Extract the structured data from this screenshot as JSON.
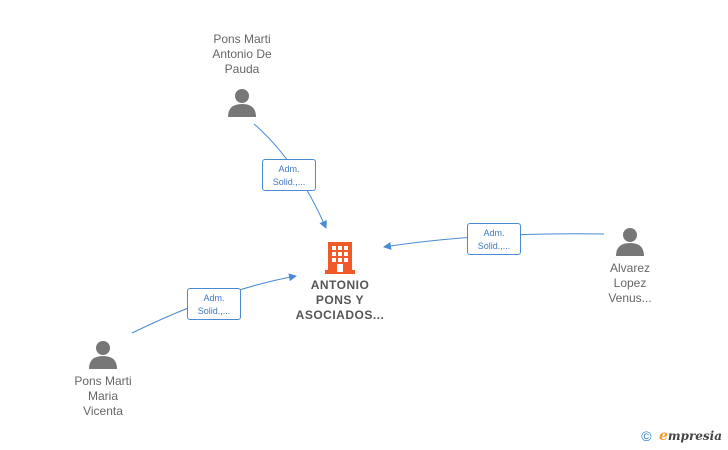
{
  "company": {
    "name_lines": [
      "ANTONIO",
      "PONS Y",
      "ASOCIADOS..."
    ],
    "color": "#f05a28"
  },
  "persons": [
    {
      "id": "p1",
      "name_lines": [
        "Pons Marti",
        "Antonio De",
        "Pauda"
      ],
      "role_lines": [
        "Adm.",
        "Solid.,..."
      ]
    },
    {
      "id": "p2",
      "name_lines": [
        "Alvarez",
        "Lopez",
        "Venus..."
      ],
      "role_lines": [
        "Adm.",
        "Solid.,..."
      ]
    },
    {
      "id": "p3",
      "name_lines": [
        "Pons Marti",
        "Maria",
        "Vicenta"
      ],
      "role_lines": [
        "Adm.",
        "Solid.,..."
      ]
    }
  ],
  "colors": {
    "edge": "#4a8bd6",
    "person_icon": "#777777"
  },
  "footer": {
    "copyright": "©",
    "brand_initial": "e",
    "brand_rest": "mpresia"
  }
}
